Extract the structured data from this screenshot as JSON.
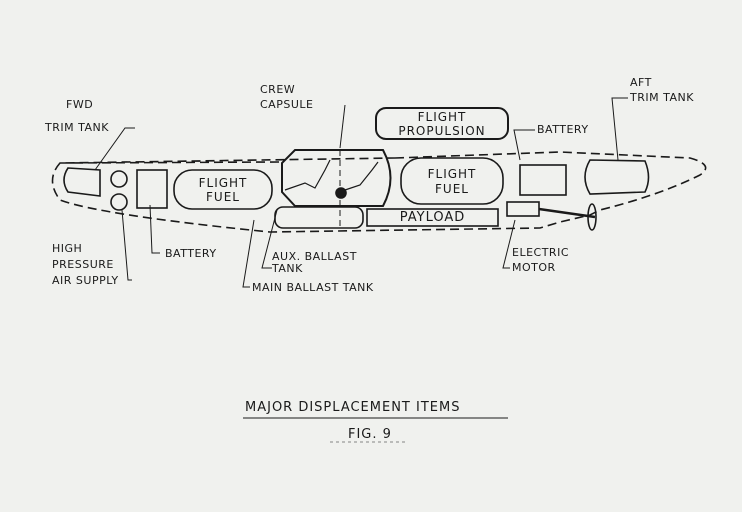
{
  "labels": {
    "fwd_trim_tank": [
      "FWD",
      "TRIM TANK"
    ],
    "high_pressure_air": [
      "HIGH",
      "PRESSURE",
      "AIR SUPPLY"
    ],
    "battery_fwd": "BATTERY",
    "aux_ballast": [
      "AUX. BALLAST",
      "TANK"
    ],
    "main_ballast": "MAIN BALLAST TANK",
    "crew_capsule": [
      "CREW",
      "CAPSULE"
    ],
    "flight_propulsion": [
      "FLIGHT",
      "PROPULSION"
    ],
    "battery_aft": "BATTERY",
    "aft_trim_tank": [
      "AFT",
      "TRIM TANK"
    ],
    "electric_motor": [
      "ELECTRIC",
      "MOTOR"
    ]
  },
  "compartments": {
    "flight_fuel_fwd": [
      "FLIGHT",
      "FUEL"
    ],
    "flight_fuel_aft": [
      "FLIGHT",
      "FUEL"
    ],
    "payload": "PAYLOAD"
  },
  "caption": {
    "title": "MAJOR DISPLACEMENT ITEMS",
    "figure": "FIG. 9"
  }
}
